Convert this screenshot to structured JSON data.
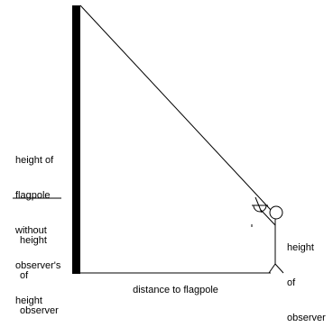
{
  "labels": {
    "flagpole_upper": [
      "height of",
      "flagpole",
      "without",
      "observer's",
      "height"
    ],
    "observer_left": [
      "height",
      "of",
      "observer"
    ],
    "observer_right": [
      "height",
      "of",
      "observer"
    ],
    "distance": "distance to flagpole"
  },
  "colors": {
    "ink": "#000000",
    "background": "#ffffff"
  }
}
